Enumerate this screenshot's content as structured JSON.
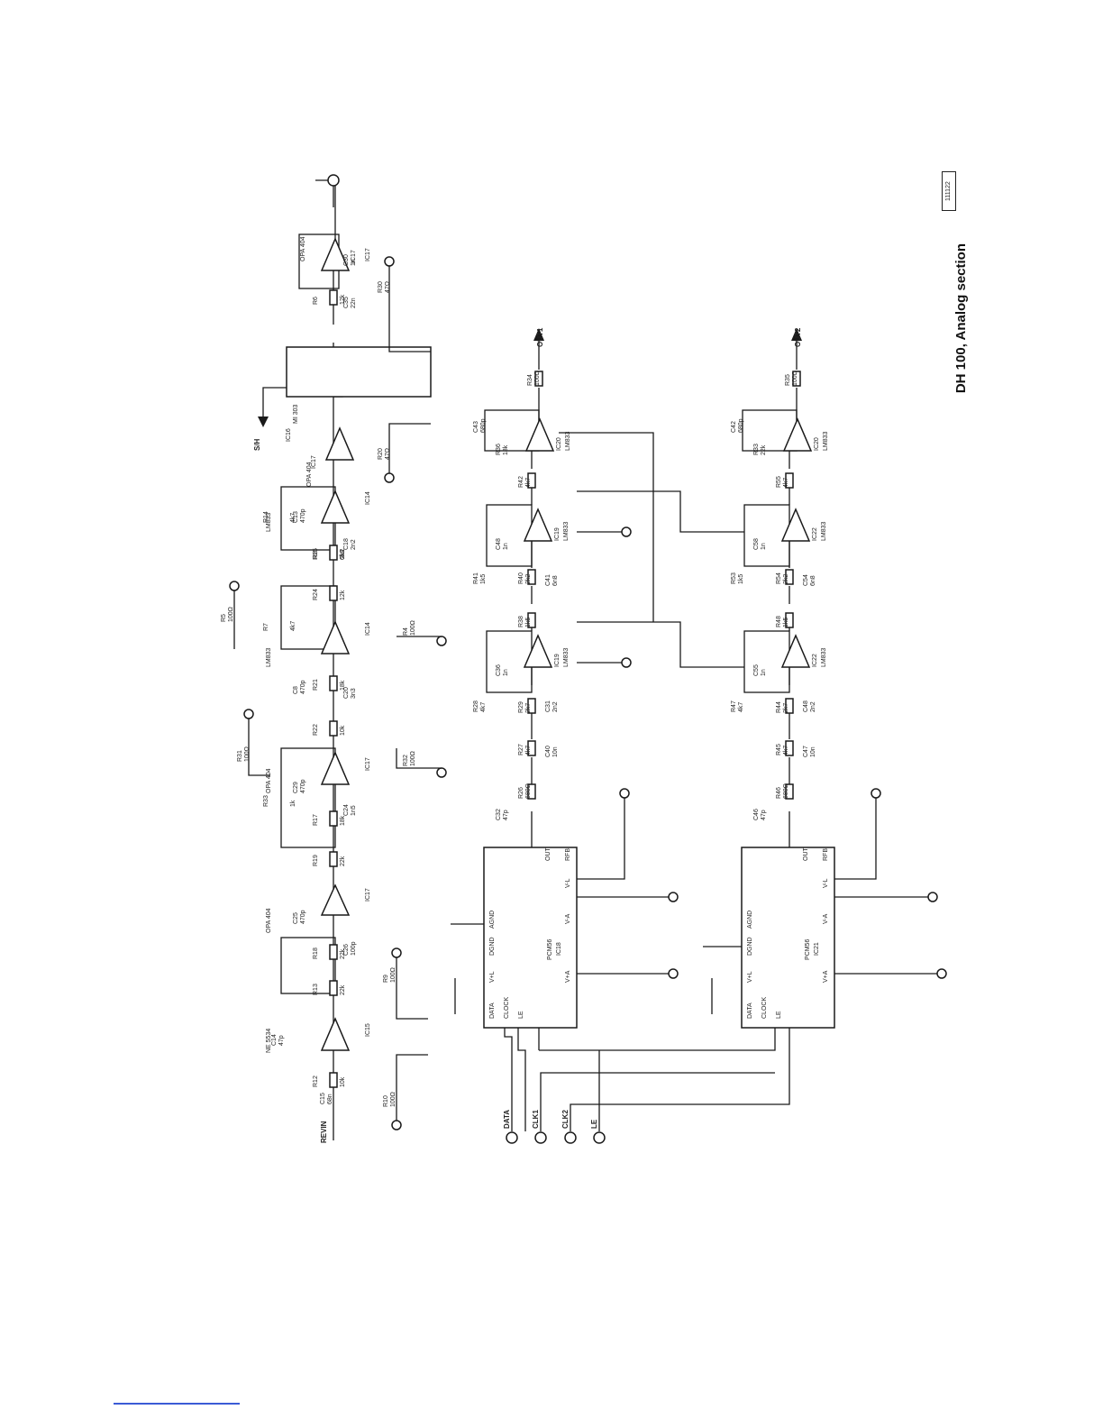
{
  "title": "DH 100, Analog section",
  "drawing_code": "111122",
  "top_chain": {
    "input_label": "REVIN",
    "output_label": "IC17",
    "ic_labels": [
      "IC15",
      "IC17",
      "IC17",
      "IC14",
      "IC14",
      "IC17",
      "IC17"
    ],
    "opamp_types": [
      "NE 5534",
      "OPA 404",
      "OPA 404",
      "LM833",
      "LM833",
      "OPA 404",
      "OPA 404"
    ],
    "chip_name": "IC16",
    "chip_part": "MI 303",
    "chip_output": "S/H",
    "resistors": [
      {
        "ref": "R12",
        "val": "10k"
      },
      {
        "ref": "R13",
        "val": "22k"
      },
      {
        "ref": "R18",
        "val": "22k"
      },
      {
        "ref": "R19",
        "val": "22k"
      },
      {
        "ref": "R17",
        "val": "18k"
      },
      {
        "ref": "R22",
        "val": "10k"
      },
      {
        "ref": "R21",
        "val": "18k"
      },
      {
        "ref": "R24",
        "val": "12k"
      },
      {
        "ref": "R15",
        "val": "6k8"
      },
      {
        "ref": "R6",
        "val": "12k"
      },
      {
        "ref": "R7",
        "val": "4k7"
      },
      {
        "ref": "R8",
        "val": "2k2"
      },
      {
        "ref": "R14",
        "val": "4k7"
      },
      {
        "ref": "R33",
        "val": "1k"
      }
    ],
    "capacitors": [
      {
        "ref": "C15",
        "val": "68n"
      },
      {
        "ref": "C14",
        "val": "47p"
      },
      {
        "ref": "C26",
        "val": "100p"
      },
      {
        "ref": "C25",
        "val": "470p"
      },
      {
        "ref": "C24",
        "val": "1n5"
      },
      {
        "ref": "C29",
        "val": "470p"
      },
      {
        "ref": "C20",
        "val": "3n3"
      },
      {
        "ref": "C8",
        "val": "470p"
      },
      {
        "ref": "C18",
        "val": "2n2"
      },
      {
        "ref": "C13",
        "val": "470p"
      },
      {
        "ref": "C35",
        "val": "22n"
      },
      {
        "ref": "C30",
        "val": "1n"
      }
    ],
    "supply": [
      {
        "ref": "R10",
        "val": "100Ω"
      },
      {
        "ref": "R9",
        "val": "100Ω"
      },
      {
        "ref": "R31",
        "val": "100Ω"
      },
      {
        "ref": "R32",
        "val": "100Ω"
      },
      {
        "ref": "R5",
        "val": "100Ω"
      },
      {
        "ref": "R4",
        "val": "100Ω"
      },
      {
        "ref": "R20",
        "val": "47Ω"
      },
      {
        "ref": "R30",
        "val": "47Ω"
      }
    ]
  },
  "channels": [
    {
      "dac": "PCM56",
      "dac_ic": "IC18",
      "output": "OUT1",
      "ic_top": "IC19",
      "ic_mid": "IC19",
      "ic_end": "IC20",
      "opamp": "LM833",
      "resistors": [
        {
          "ref": "R26",
          "val": "680Ω"
        },
        {
          "ref": "R27",
          "val": "4k7"
        },
        {
          "ref": "R29",
          "val": "2k7"
        },
        {
          "ref": "R28",
          "val": "4k7"
        },
        {
          "ref": "R38",
          "val": "1k5"
        },
        {
          "ref": "R40",
          "val": "2k2"
        },
        {
          "ref": "R41",
          "val": "1k5"
        },
        {
          "ref": "R42",
          "val": "4k7"
        },
        {
          "ref": "R36",
          "val": "18k"
        },
        {
          "ref": "R34",
          "val": "100Ω"
        }
      ],
      "capacitors": [
        {
          "ref": "C40",
          "val": "10n"
        },
        {
          "ref": "C31",
          "val": "2n2"
        },
        {
          "ref": "C36",
          "val": "1n"
        },
        {
          "ref": "C41",
          "val": "6n8"
        },
        {
          "ref": "C48",
          "val": "1n"
        },
        {
          "ref": "C43",
          "val": "680p"
        },
        {
          "ref": "C32",
          "val": "47p"
        }
      ]
    },
    {
      "dac": "PCM56",
      "dac_ic": "IC21",
      "output": "OUT2",
      "ic_top": "IC22",
      "ic_mid": "IC22",
      "ic_end": "IC20",
      "opamp": "LM833",
      "resistors": [
        {
          "ref": "R46",
          "val": "680Ω"
        },
        {
          "ref": "R45",
          "val": "4k7"
        },
        {
          "ref": "R44",
          "val": "2k7"
        },
        {
          "ref": "R47",
          "val": "4k7"
        },
        {
          "ref": "R48",
          "val": "1k5"
        },
        {
          "ref": "R54",
          "val": "2k2"
        },
        {
          "ref": "R53",
          "val": "1k5"
        },
        {
          "ref": "R55",
          "val": "4k7"
        },
        {
          "ref": "R33",
          "val": "22k"
        },
        {
          "ref": "R35",
          "val": "100Ω"
        }
      ],
      "capacitors": [
        {
          "ref": "C47",
          "val": "10n"
        },
        {
          "ref": "C48",
          "val": "2n2"
        },
        {
          "ref": "C55",
          "val": "1n"
        },
        {
          "ref": "C54",
          "val": "6n8"
        },
        {
          "ref": "C58",
          "val": "1n"
        },
        {
          "ref": "C42",
          "val": "680p"
        },
        {
          "ref": "C46",
          "val": "47p"
        }
      ]
    }
  ],
  "dac_pins": {
    "data": "DATA",
    "clock": "CLOCK",
    "le": "LE",
    "dgnd": "DGND",
    "agnd": "AGND",
    "vpl": "V+L",
    "vml": "V-L",
    "vpa": "V+A",
    "vma": "V-A",
    "out": "OUT",
    "rfb": "RFB"
  },
  "bus_terminals": [
    "DATA",
    "CLK1",
    "CLK2",
    "LE"
  ]
}
